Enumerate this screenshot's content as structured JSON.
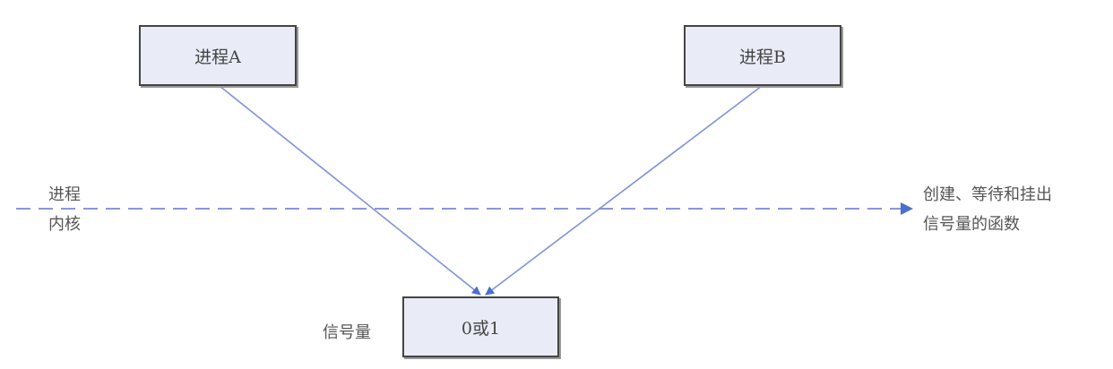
{
  "nodes": {
    "process_a": "进程A",
    "process_b": "进程B",
    "semaphore_value": "0或1"
  },
  "labels": {
    "process_side": "进程",
    "kernel_side": "内核",
    "semaphore": "信号量",
    "functions_line1": "创建、等待和挂出",
    "functions_line2": "信号量的函数"
  },
  "colors": {
    "arrow": "#8093d8",
    "dashed": "#8b96d6",
    "box_fill": "#e9ecf7"
  }
}
